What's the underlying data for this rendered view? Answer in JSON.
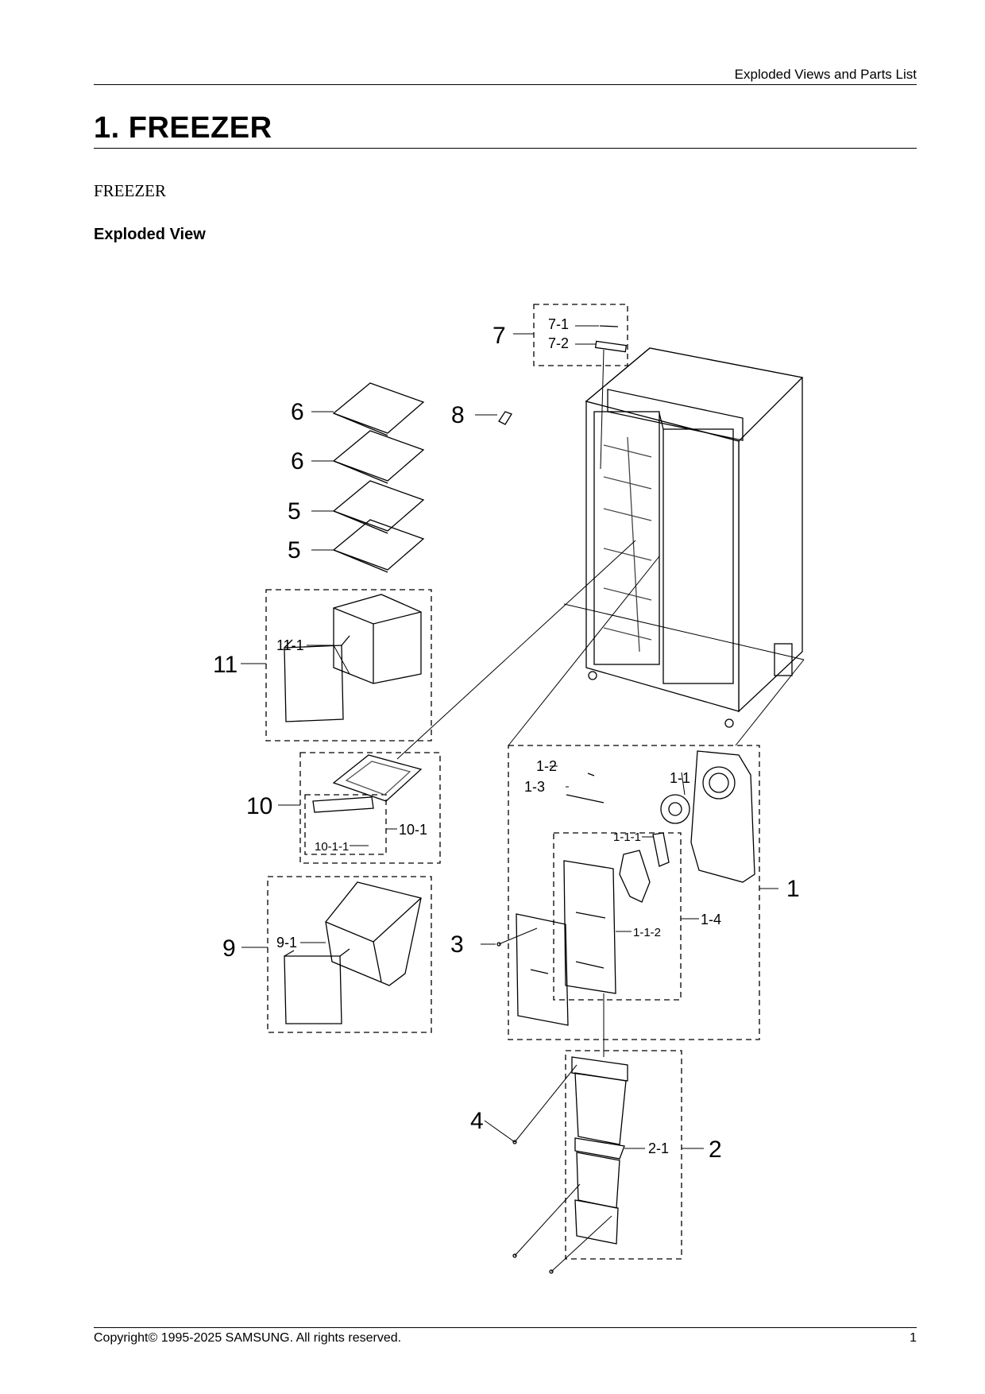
{
  "header": {
    "section": "Exploded Views and Parts List"
  },
  "title": "1.  FREEZER",
  "subtitle": "FREEZER",
  "heading": "Exploded View",
  "diagram": {
    "callouts": {
      "c7": "7",
      "c7_1": "7-1",
      "c7_2": "7-2",
      "c8": "8",
      "c6a": "6",
      "c6b": "6",
      "c5a": "5",
      "c5b": "5",
      "c11": "11",
      "c11_1": "11-1",
      "c10": "10",
      "c10_1": "10-1",
      "c10_1_1": "10-1-1",
      "c9": "9",
      "c9_1": "9-1",
      "c1": "1",
      "c1_1": "1-1",
      "c1_2": "1-2",
      "c1_3": "1-3",
      "c1_4": "1-4",
      "c1_1_1": "1-1-1",
      "c1_1_2": "1-1-2",
      "c3": "3",
      "c4": "4",
      "c2": "2",
      "c2_1": "2-1"
    }
  },
  "footer": {
    "copyright": "Copyright© 1995-2025 SAMSUNG. All rights reserved.",
    "page": "1"
  }
}
